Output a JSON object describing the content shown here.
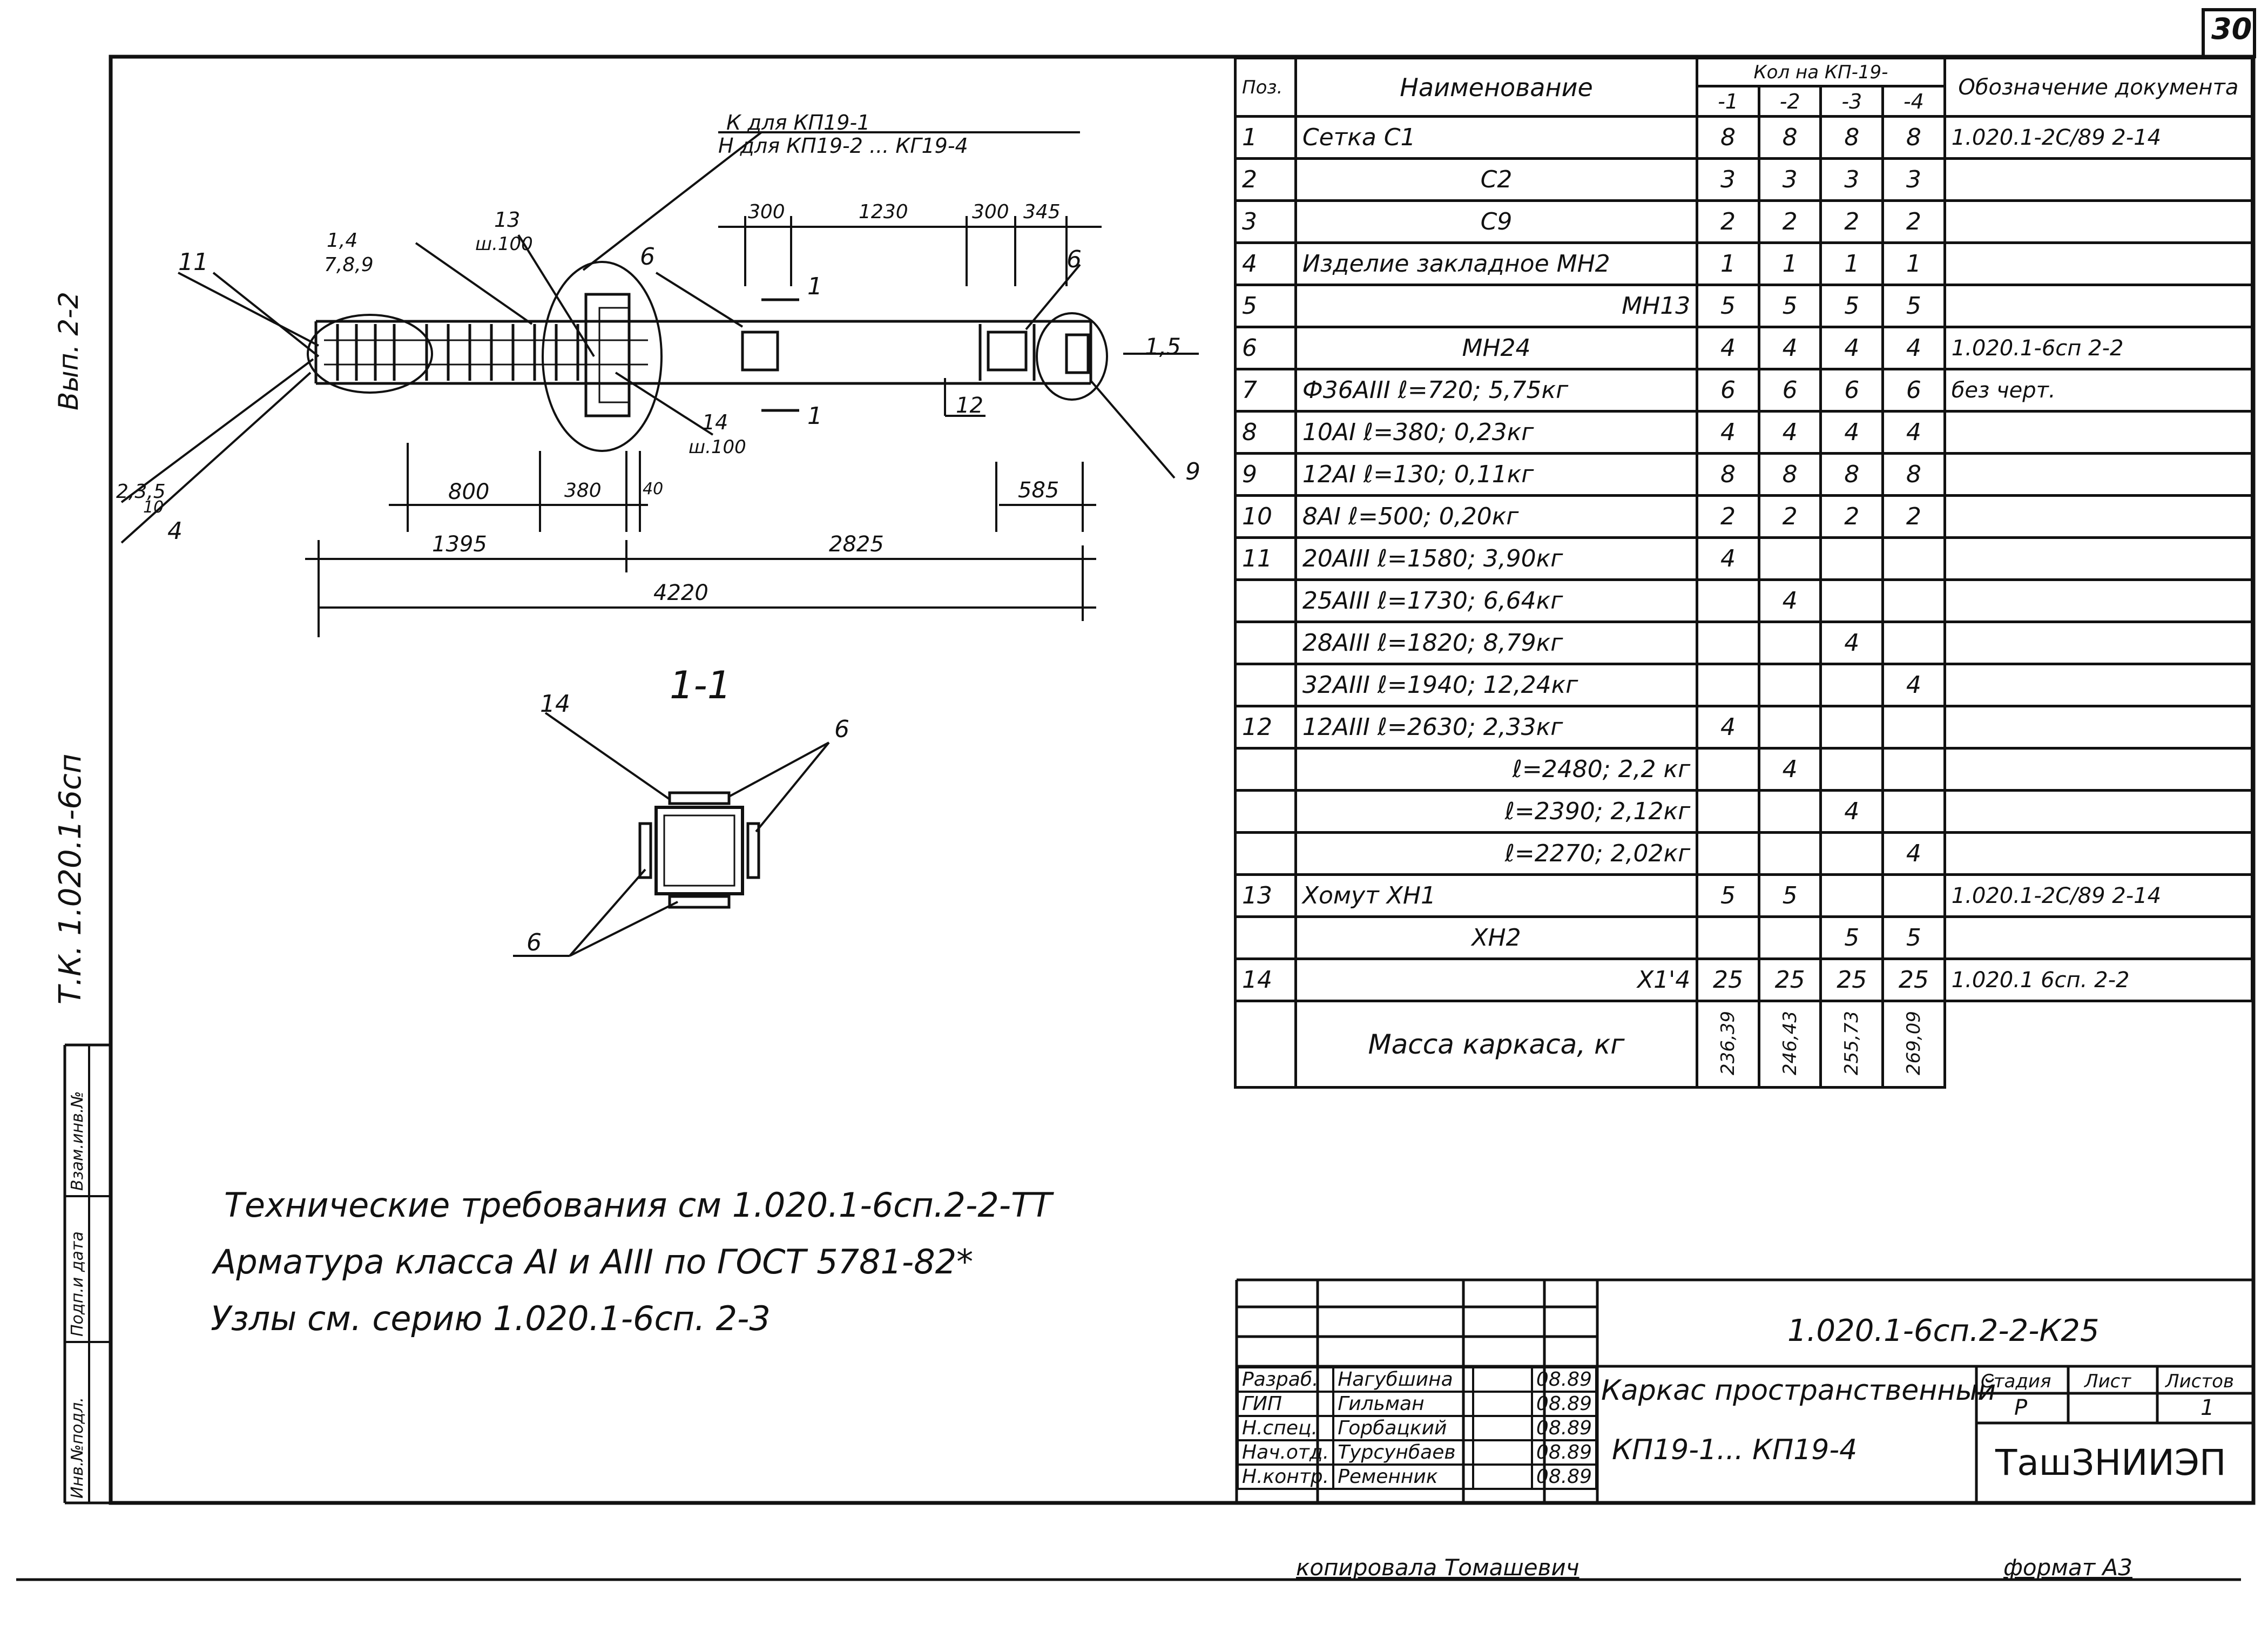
{
  "sheet_number": "30",
  "left_margin": {
    "top_label": "Вып. 2-2",
    "doc_code": "Т.К. 1.020.1-6сп",
    "stamp_cells": [
      "Инв.№подл.",
      "Подп.и дата",
      "Взам.инв.№"
    ]
  },
  "drawing": {
    "callouts": {
      "k_label_1": "К для КП19-1",
      "k_label_2": "Н для КП19-2 ... КГ19-4",
      "c13": "13",
      "sh100_top": "ш.100",
      "c14": "14",
      "sh100_bottom": "ш.100",
      "c11": "11",
      "c1_4": "1,4",
      "c7_8_9": "7,8,9",
      "c6_left": "6",
      "c6_right": "6",
      "c2_3_5": "2,3,5",
      "c10": "10",
      "c4": "4",
      "c9": "9",
      "c1_5": "1,5",
      "c12": "12",
      "sec1_top": "1",
      "sec1_bottom": "1"
    },
    "dimensions": {
      "d300a": "300",
      "d1230": "1230",
      "d300b": "300",
      "d345": "345",
      "d800": "800",
      "d380": "380",
      "d40": "40",
      "d585": "585",
      "d1395": "1395",
      "d2825": "2825",
      "d4220": "4220"
    },
    "section": {
      "title": "1-1",
      "c14": "14",
      "c6_top": "6",
      "c6_bottom": "6"
    }
  },
  "spec_table": {
    "header": {
      "pos": "Поз.",
      "name": "Наименование",
      "qty_group": "Кол на КП-19-",
      "variants": [
        "-1",
        "-2",
        "-3",
        "-4"
      ],
      "doc": "Обозначение документа"
    },
    "rows": [
      {
        "pos": "1",
        "name": "Сетка С1",
        "q": [
          "8",
          "8",
          "8",
          "8"
        ],
        "doc": "1.020.1-2С/89 2-14"
      },
      {
        "pos": "2",
        "name": "С2",
        "q": [
          "3",
          "3",
          "3",
          "3"
        ],
        "doc": ""
      },
      {
        "pos": "3",
        "name": "С9",
        "q": [
          "2",
          "2",
          "2",
          "2"
        ],
        "doc": ""
      },
      {
        "pos": "4",
        "name": "Изделие закладное МН2",
        "q": [
          "1",
          "1",
          "1",
          "1"
        ],
        "doc": ""
      },
      {
        "pos": "5",
        "name": "МН13",
        "q": [
          "5",
          "5",
          "5",
          "5"
        ],
        "doc": ""
      },
      {
        "pos": "6",
        "name": "МН24",
        "q": [
          "4",
          "4",
          "4",
          "4"
        ],
        "doc": "1.020.1-6сп 2-2"
      },
      {
        "pos": "7",
        "name": "Ф36АIII  ℓ=720;  5,75кг",
        "q": [
          "6",
          "6",
          "6",
          "6"
        ],
        "doc": "без черт."
      },
      {
        "pos": "8",
        "name": "10АI   ℓ=380;  0,23кг",
        "q": [
          "4",
          "4",
          "4",
          "4"
        ],
        "doc": ""
      },
      {
        "pos": "9",
        "name": "12АI   ℓ=130;  0,11кг",
        "q": [
          "8",
          "8",
          "8",
          "8"
        ],
        "doc": ""
      },
      {
        "pos": "10",
        "name": "8АI   ℓ=500;  0,20кг",
        "q": [
          "2",
          "2",
          "2",
          "2"
        ],
        "doc": ""
      },
      {
        "pos": "11",
        "name": "20АIII  ℓ=1580;  3,90кг",
        "q": [
          "4",
          "",
          "",
          ""
        ],
        "doc": ""
      },
      {
        "pos": "",
        "name": "25АIII  ℓ=1730;  6,64кг",
        "q": [
          "",
          "4",
          "",
          ""
        ],
        "doc": ""
      },
      {
        "pos": "",
        "name": "28АIII  ℓ=1820;  8,79кг",
        "q": [
          "",
          "",
          "4",
          ""
        ],
        "doc": ""
      },
      {
        "pos": "",
        "name": "32АIII  ℓ=1940;  12,24кг",
        "q": [
          "",
          "",
          "",
          "4"
        ],
        "doc": ""
      },
      {
        "pos": "12",
        "name": "12АIII  ℓ=2630;  2,33кг",
        "q": [
          "4",
          "",
          "",
          ""
        ],
        "doc": ""
      },
      {
        "pos": "",
        "name": "ℓ=2480;  2,2 кг",
        "q": [
          "",
          "4",
          "",
          ""
        ],
        "doc": ""
      },
      {
        "pos": "",
        "name": "ℓ=2390;  2,12кг",
        "q": [
          "",
          "",
          "4",
          ""
        ],
        "doc": ""
      },
      {
        "pos": "",
        "name": "ℓ=2270;  2,02кг",
        "q": [
          "",
          "",
          "",
          "4"
        ],
        "doc": ""
      },
      {
        "pos": "13",
        "name": "Хомут  ХН1",
        "q": [
          "5",
          "5",
          "",
          ""
        ],
        "doc": "1.020.1-2С/89 2-14"
      },
      {
        "pos": "",
        "name": "ХН2",
        "q": [
          "",
          "",
          "5",
          "5"
        ],
        "doc": ""
      },
      {
        "pos": "14",
        "name": "Х1'4",
        "q": [
          "25",
          "25",
          "25",
          "25"
        ],
        "doc": "1.020.1  6сп. 2-2"
      }
    ],
    "mass_label": "Масса каркаса, кг",
    "mass_values": [
      "236,39",
      "246,43",
      "255,73",
      "269,09"
    ]
  },
  "notes": [
    "Технические требования  см  1.020.1-6сп.2-2-ТТ",
    "Арматура  класса  АI  и  АIII  по ГОСТ 5781-82*",
    "Узлы  см.  серию  1.020.1-6сп. 2-3"
  ],
  "title_block": {
    "doc_code": "1.020.1-6сп.2-2-К25",
    "roles": [
      "Разраб.",
      "ГИП",
      "Н.спец.",
      "Нач.отд.",
      "Н.контр."
    ],
    "names": [
      "Нагубшина",
      "Гильман",
      "Горбацкий",
      "Турсунбаев",
      "Ременник"
    ],
    "dates": [
      "08.89",
      "08.89",
      "08.89",
      "08.89",
      "08.89"
    ],
    "title_line1": "Каркас пространственный",
    "title_line2": "КП19-1...  КП19-4",
    "stage_label": "Стадия",
    "sheet_label": "Лист",
    "sheets_label": "Листов",
    "stage_value": "Р",
    "sheets_value": "1",
    "org": "ТашЗНИИЭП"
  },
  "footer": {
    "copied": "копировала  Томашевич",
    "format": "формат А3"
  }
}
